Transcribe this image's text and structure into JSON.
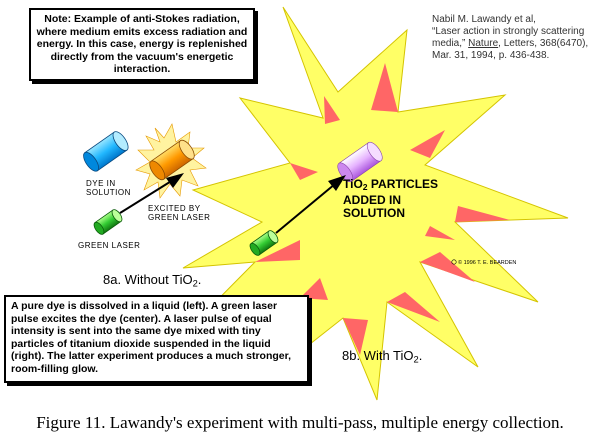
{
  "note": {
    "prefix": "Note:",
    "text": "Example of anti-Stokes radiation, where medium emits excess radiation and energy. In this case, energy is replenished directly from the vacuum's energetic interaction."
  },
  "reference": {
    "author": "Nabil M. Lawandy et al,",
    "title": "“Laser action in strongly scattering media,”",
    "journal": "Nature",
    "rest": ", Letters, 368(6470), Mar. 31, 1994, p. 436-438."
  },
  "labels": {
    "dye_line1": "DYE IN",
    "dye_line2": "SOLUTION",
    "excited_line1": "EXCITED BY",
    "excited_line2": "GREEN LASER",
    "green_laser": "GREEN LASER",
    "tio2_prefix": "TiO",
    "tio2_sub": "2",
    "tio2_line1_rest": " PARTICLES",
    "tio2_line2": "ADDED IN",
    "tio2_line3": "SOLUTION",
    "copyright": "© 1996  T. E. BEARDEN"
  },
  "captions": {
    "without_prefix": "8a. Without TiO",
    "without_sub": "2",
    "without_suffix": ".",
    "with_prefix": "8b. With TiO",
    "with_sub": "2",
    "with_suffix": "."
  },
  "description": "A pure dye is dissolved in a liquid (left). A green laser pulse excites the dye (center). A laser pulse of equal intensity is sent into the same dye mixed with tiny particles of titanium dioxide suspended in the liquid (right). The latter experiment produces a much stronger, room-filling glow.",
  "figure_caption": "Figure 11.  Lawandy's experiment with multi-pass, multiple energy collection.",
  "colors": {
    "starburst_fill": "#ffff66",
    "starburst_accent": "#ff6666",
    "dye_blue": "#33ccff",
    "dye_orange": "#ff9900",
    "laser_green": "#33cc33",
    "tio2_lavender": "#dd99ff"
  }
}
